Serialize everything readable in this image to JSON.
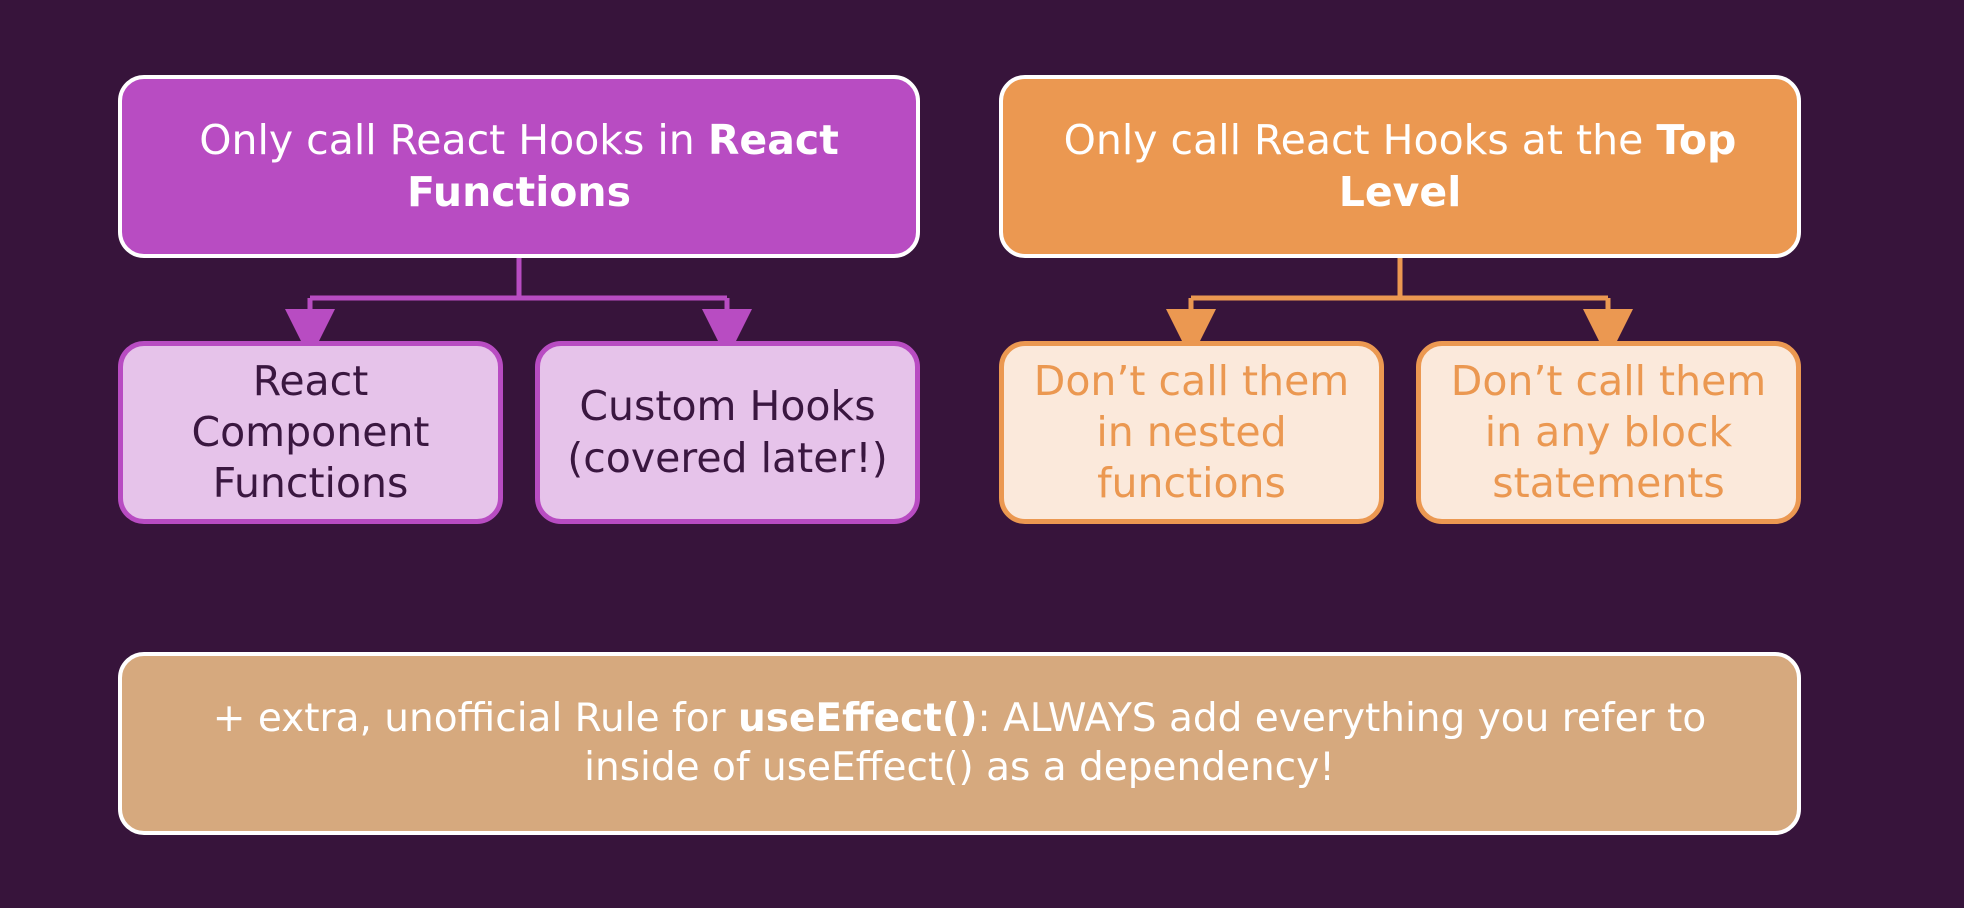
{
  "rules": {
    "react_functions": {
      "title_prefix": "Only call React Hooks in",
      "title_bold": "React Functions",
      "children": [
        "React Component Functions",
        "Custom Hooks (covered later!)"
      ]
    },
    "top_level": {
      "title_prefix": "Only call React Hooks at the",
      "title_bold": "Top Level",
      "children": [
        "Don’t call them in nested functions",
        "Don’t call them in any block statements"
      ]
    }
  },
  "extra_rule": {
    "prefix": "+ extra, unofficial Rule for",
    "bold": "useEffect()",
    "suffix": ": ALWAYS add everything you refer to inside of useEffect() as a dependency!"
  },
  "colors": {
    "background": "#37143b",
    "purple": "#b84cc2",
    "purple_light": "#e6c3ea",
    "orange": "#eb9851",
    "orange_light": "#fbe9db",
    "note": "#d6a97e"
  }
}
